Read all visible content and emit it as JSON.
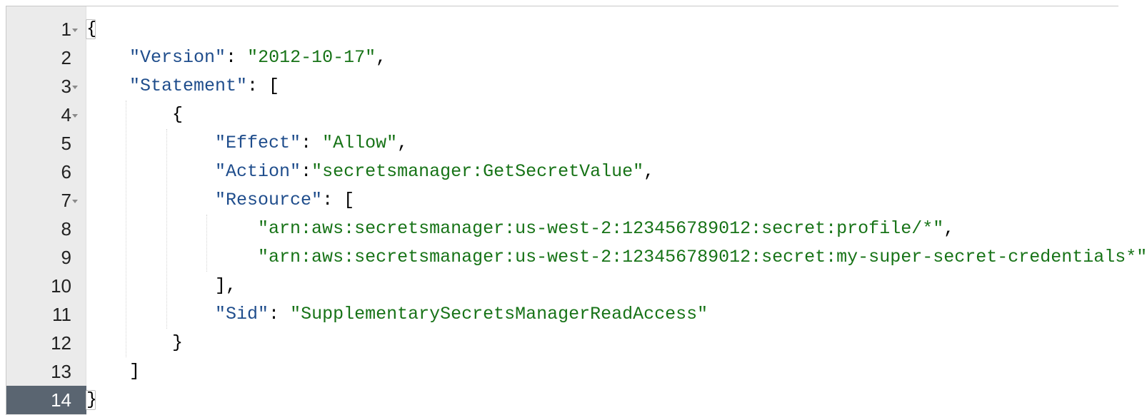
{
  "editor": {
    "lines": [
      {
        "number": "1",
        "foldable": true,
        "tokens": [
          {
            "t": "punc",
            "v": "{"
          }
        ]
      },
      {
        "number": "2",
        "foldable": false,
        "tokens": [
          {
            "t": "indent",
            "v": "    "
          },
          {
            "t": "key",
            "v": "\"Version\""
          },
          {
            "t": "punc",
            "v": ": "
          },
          {
            "t": "str",
            "v": "\"2012-10-17\""
          },
          {
            "t": "punc",
            "v": ","
          }
        ]
      },
      {
        "number": "3",
        "foldable": true,
        "tokens": [
          {
            "t": "indent",
            "v": "    "
          },
          {
            "t": "key",
            "v": "\"Statement\""
          },
          {
            "t": "punc",
            "v": ": ["
          }
        ]
      },
      {
        "number": "4",
        "foldable": true,
        "tokens": [
          {
            "t": "indent",
            "v": "        "
          },
          {
            "t": "punc",
            "v": "{"
          }
        ]
      },
      {
        "number": "5",
        "foldable": false,
        "tokens": [
          {
            "t": "indent",
            "v": "            "
          },
          {
            "t": "key",
            "v": "\"Effect\""
          },
          {
            "t": "punc",
            "v": ": "
          },
          {
            "t": "str",
            "v": "\"Allow\""
          },
          {
            "t": "punc",
            "v": ","
          }
        ]
      },
      {
        "number": "6",
        "foldable": false,
        "tokens": [
          {
            "t": "indent",
            "v": "            "
          },
          {
            "t": "key",
            "v": "\"Action\""
          },
          {
            "t": "punc",
            "v": ":"
          },
          {
            "t": "str",
            "v": "\"secretsmanager:GetSecretValue\""
          },
          {
            "t": "punc",
            "v": ","
          }
        ]
      },
      {
        "number": "7",
        "foldable": true,
        "tokens": [
          {
            "t": "indent",
            "v": "            "
          },
          {
            "t": "key",
            "v": "\"Resource\""
          },
          {
            "t": "punc",
            "v": ": ["
          }
        ]
      },
      {
        "number": "8",
        "foldable": false,
        "tokens": [
          {
            "t": "indent",
            "v": "                "
          },
          {
            "t": "str",
            "v": "\"arn:aws:secretsmanager:us-west-2:123456789012:secret:profile/*\""
          },
          {
            "t": "punc",
            "v": ","
          }
        ]
      },
      {
        "number": "9",
        "foldable": false,
        "tokens": [
          {
            "t": "indent",
            "v": "                "
          },
          {
            "t": "str",
            "v": "\"arn:aws:secretsmanager:us-west-2:123456789012:secret:my-super-secret-credentials*\""
          }
        ]
      },
      {
        "number": "10",
        "foldable": false,
        "tokens": [
          {
            "t": "indent",
            "v": "            "
          },
          {
            "t": "punc",
            "v": "],"
          }
        ]
      },
      {
        "number": "11",
        "foldable": false,
        "tokens": [
          {
            "t": "indent",
            "v": "            "
          },
          {
            "t": "key",
            "v": "\"Sid\""
          },
          {
            "t": "punc",
            "v": ": "
          },
          {
            "t": "str",
            "v": "\"SupplementarySecretsManagerReadAccess\""
          }
        ]
      },
      {
        "number": "12",
        "foldable": false,
        "tokens": [
          {
            "t": "indent",
            "v": "        "
          },
          {
            "t": "punc",
            "v": "}"
          }
        ]
      },
      {
        "number": "13",
        "foldable": false,
        "tokens": [
          {
            "t": "indent",
            "v": "    "
          },
          {
            "t": "punc",
            "v": "]"
          }
        ]
      },
      {
        "number": "14",
        "foldable": false,
        "active": true,
        "tokens": [
          {
            "t": "punc",
            "v": "}"
          }
        ]
      }
    ],
    "colors": {
      "key": "#1f4d8c",
      "string": "#177317",
      "gutter": "#ebebeb",
      "active_gutter": "#5a6571"
    }
  }
}
